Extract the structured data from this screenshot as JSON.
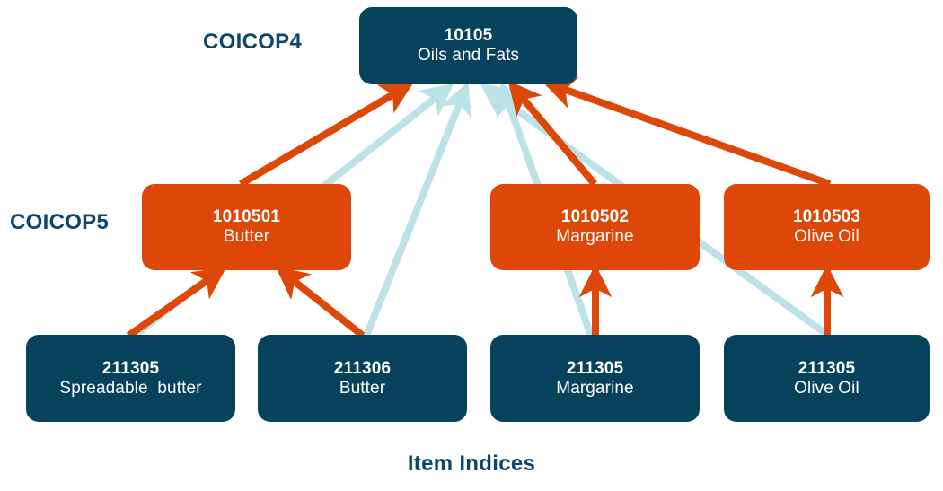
{
  "diagram": {
    "title_caption": "Item Indices",
    "tier_labels": {
      "coicop4": "COICOP4",
      "coicop5": "COICOP5"
    },
    "colors": {
      "navy": "#06425c",
      "orange": "#dd4708",
      "light_blue": "#bce2e8",
      "label_blue": "#10466b",
      "background": "#ffffff"
    },
    "nodes": {
      "coicop4_oils_and_fats": {
        "code": "10105",
        "name": "Oils and Fats",
        "tier": "COICOP4",
        "fill": "navy"
      },
      "coicop5_butter": {
        "code": "1010501",
        "name": "Butter",
        "tier": "COICOP5",
        "fill": "orange"
      },
      "coicop5_margarine": {
        "code": "1010502",
        "name": "Margarine",
        "tier": "COICOP5",
        "fill": "orange"
      },
      "coicop5_olive_oil": {
        "code": "1010503",
        "name": "Olive Oil",
        "tier": "COICOP5",
        "fill": "orange"
      },
      "item_spreadable_butter": {
        "code": "211305",
        "name": "Spreadable  butter",
        "tier": "Item Indices",
        "fill": "navy"
      },
      "item_butter": {
        "code": "211306",
        "name": "Butter",
        "tier": "Item Indices",
        "fill": "navy"
      },
      "item_margarine": {
        "code": "211305",
        "name": "Margarine",
        "tier": "Item Indices",
        "fill": "navy"
      },
      "item_olive_oil": {
        "code": "211305",
        "name": "Olive Oil",
        "tier": "Item Indices",
        "fill": "navy"
      }
    },
    "edges": [
      {
        "from": "coicop5_butter",
        "to": "coicop4_oils_and_fats",
        "color": "orange"
      },
      {
        "from": "coicop5_margarine",
        "to": "coicop4_oils_and_fats",
        "color": "orange"
      },
      {
        "from": "coicop5_olive_oil",
        "to": "coicop4_oils_and_fats",
        "color": "orange"
      },
      {
        "from": "item_spreadable_butter",
        "to": "coicop5_butter",
        "color": "orange"
      },
      {
        "from": "item_butter",
        "to": "coicop5_butter",
        "color": "orange"
      },
      {
        "from": "item_margarine",
        "to": "coicop5_margarine",
        "color": "orange"
      },
      {
        "from": "item_olive_oil",
        "to": "coicop5_olive_oil",
        "color": "orange"
      },
      {
        "from": "item_spreadable_butter",
        "to": "coicop4_oils_and_fats",
        "color": "light_blue"
      },
      {
        "from": "item_butter",
        "to": "coicop4_oils_and_fats",
        "color": "light_blue"
      },
      {
        "from": "item_margarine",
        "to": "coicop4_oils_and_fats",
        "color": "light_blue"
      },
      {
        "from": "item_olive_oil",
        "to": "coicop4_oils_and_fats",
        "color": "light_blue"
      }
    ]
  }
}
